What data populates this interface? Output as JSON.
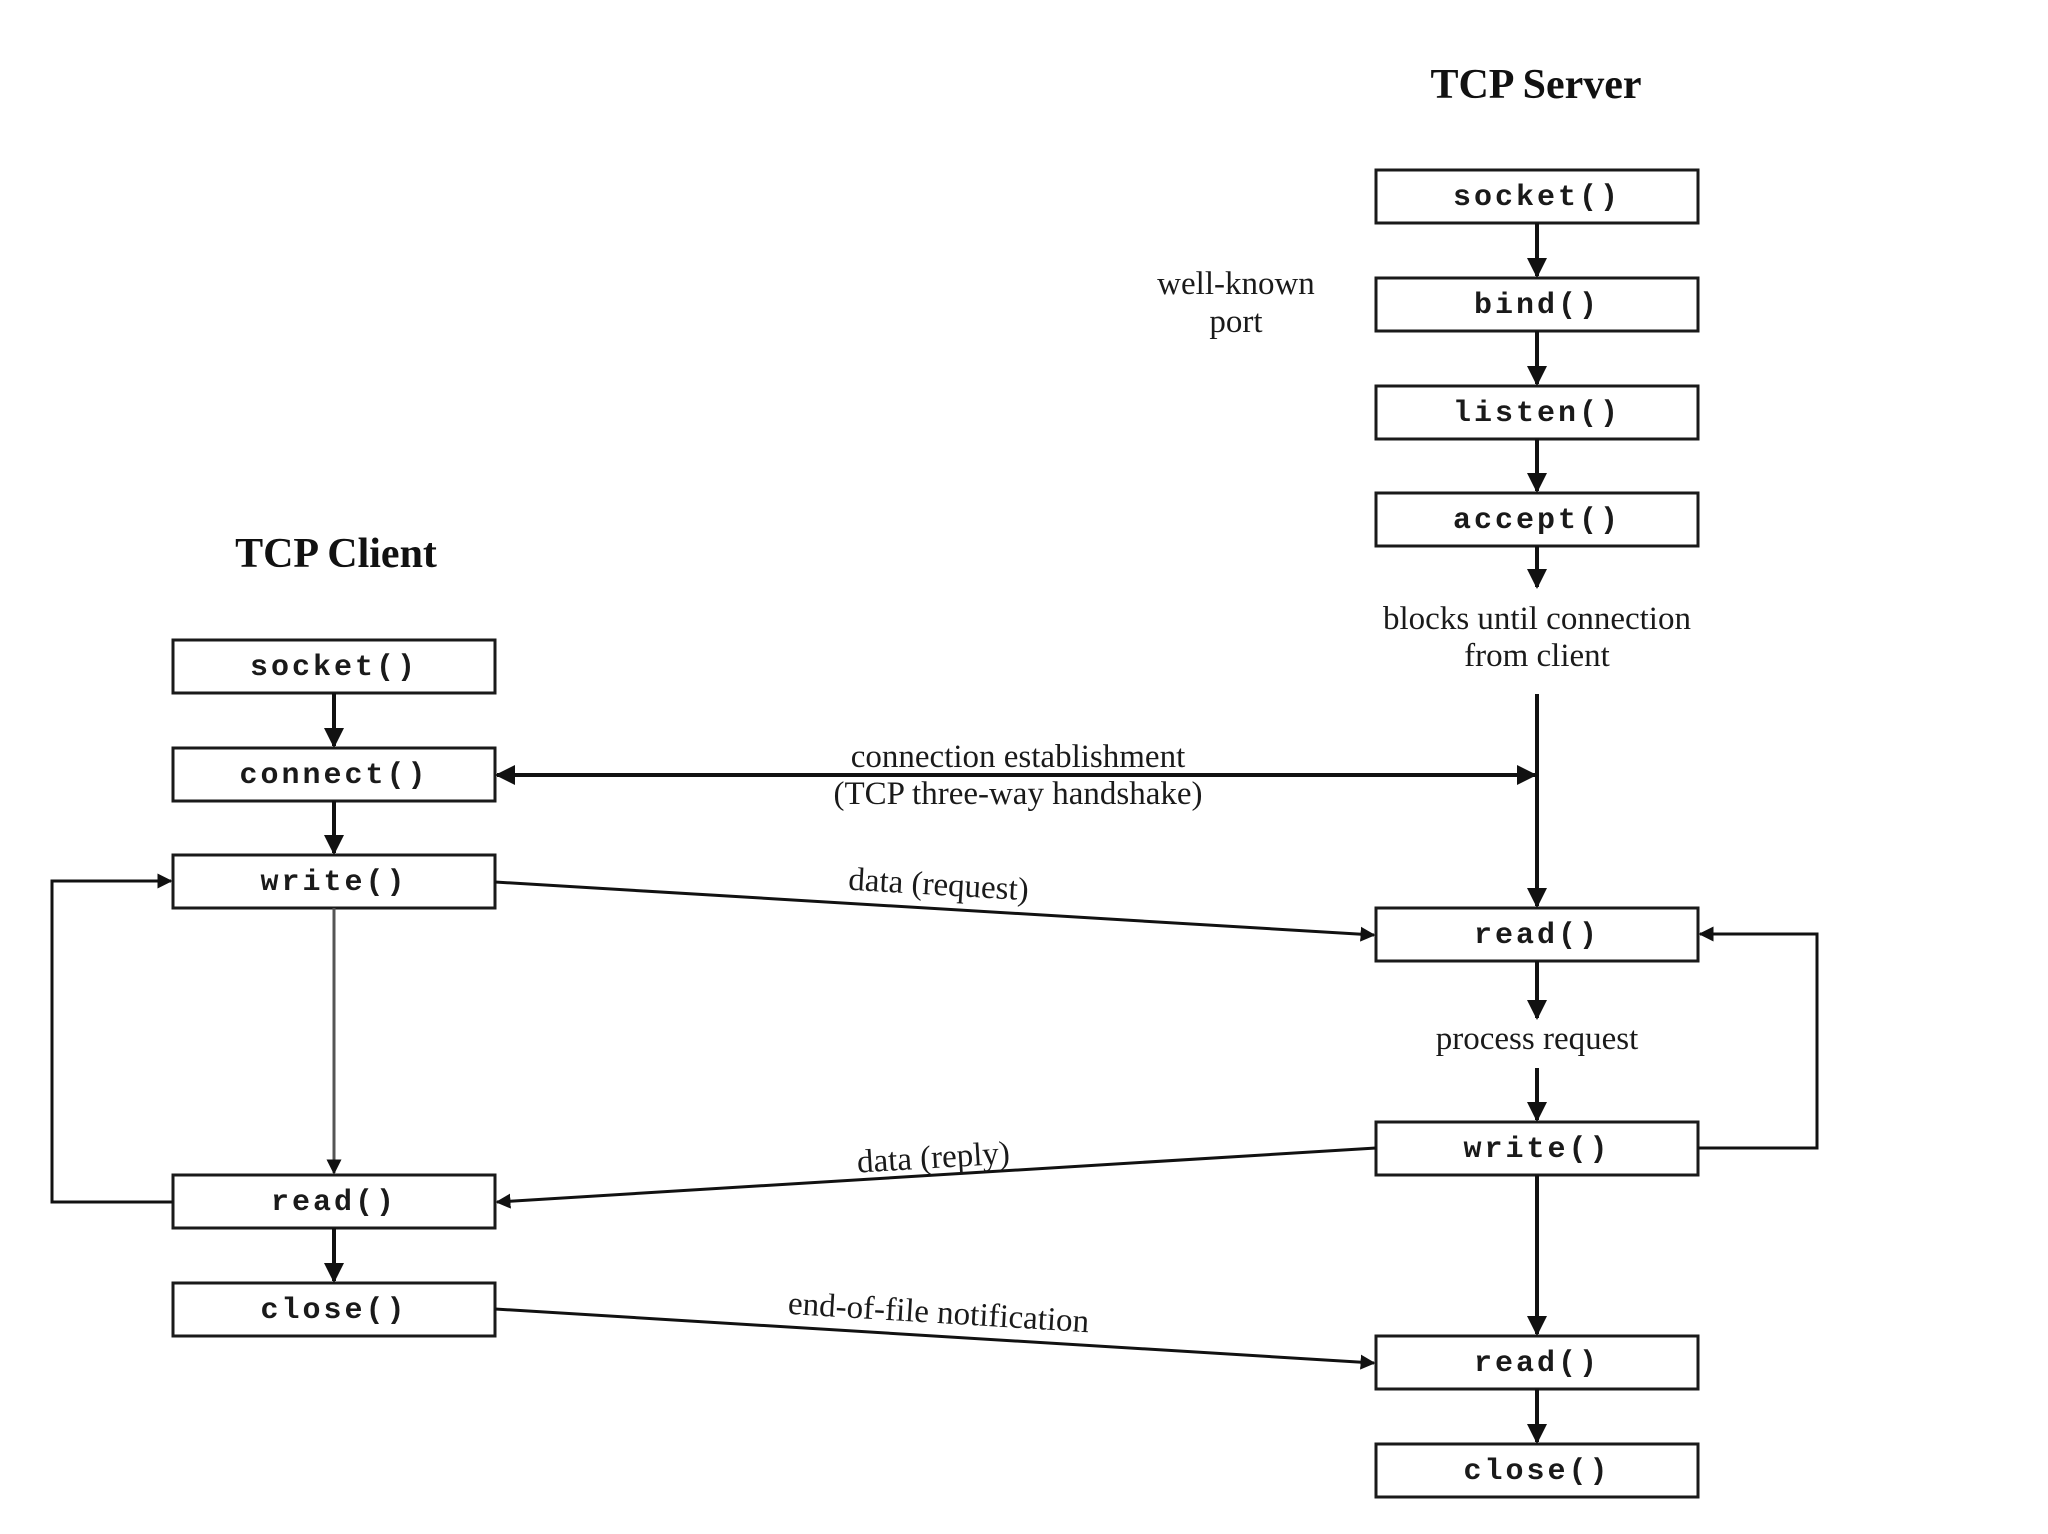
{
  "server": {
    "title": "TCP Server",
    "socket": "socket()",
    "bind": "bind()",
    "listen": "listen()",
    "accept": "accept()",
    "read": "read()",
    "write": "write()",
    "read_eof": "read()",
    "close": "close()",
    "well_known_line1": "well-known",
    "well_known_line2": "port",
    "blocks_line1": "blocks until connection",
    "blocks_line2": "from client",
    "process_request": "process request"
  },
  "client": {
    "title": "TCP Client",
    "socket": "socket()",
    "connect": "connect()",
    "write": "write()",
    "read": "read()",
    "close": "close()"
  },
  "messages": {
    "connection_line1": "connection establishment",
    "connection_line2": "(TCP three-way handshake)",
    "request": "data (request)",
    "reply": "data (reply)",
    "eof": "end-of-file notification"
  }
}
